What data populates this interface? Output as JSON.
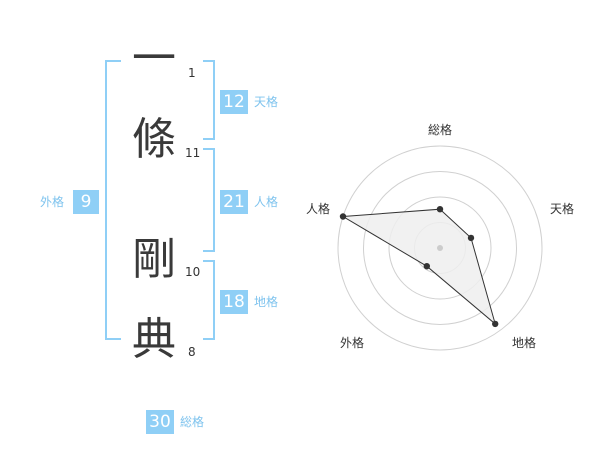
{
  "name": {
    "characters": [
      {
        "char": "一",
        "strokes": "1"
      },
      {
        "char": "條",
        "strokes": "11"
      },
      {
        "char": "剛",
        "strokes": "10"
      },
      {
        "char": "典",
        "strokes": "8"
      }
    ]
  },
  "fortunes": {
    "tenkaku": {
      "value": "12",
      "label": "天格"
    },
    "jinkaku": {
      "value": "21",
      "label": "人格"
    },
    "chikaku": {
      "value": "18",
      "label": "地格"
    },
    "gaikaku": {
      "value": "9",
      "label": "外格"
    },
    "soukaku": {
      "value": "30",
      "label": "総格"
    }
  },
  "colors": {
    "accent": "#8fcff6",
    "accent_text": "#7ec3ee",
    "text": "#3a3a3a"
  },
  "chart_data": {
    "type": "radar",
    "axes": [
      "総格",
      "天格",
      "地格",
      "外格",
      "人格"
    ],
    "values": [
      0.38,
      0.32,
      0.92,
      0.22,
      1.0
    ],
    "rings": 4,
    "range": [
      0,
      1
    ]
  }
}
